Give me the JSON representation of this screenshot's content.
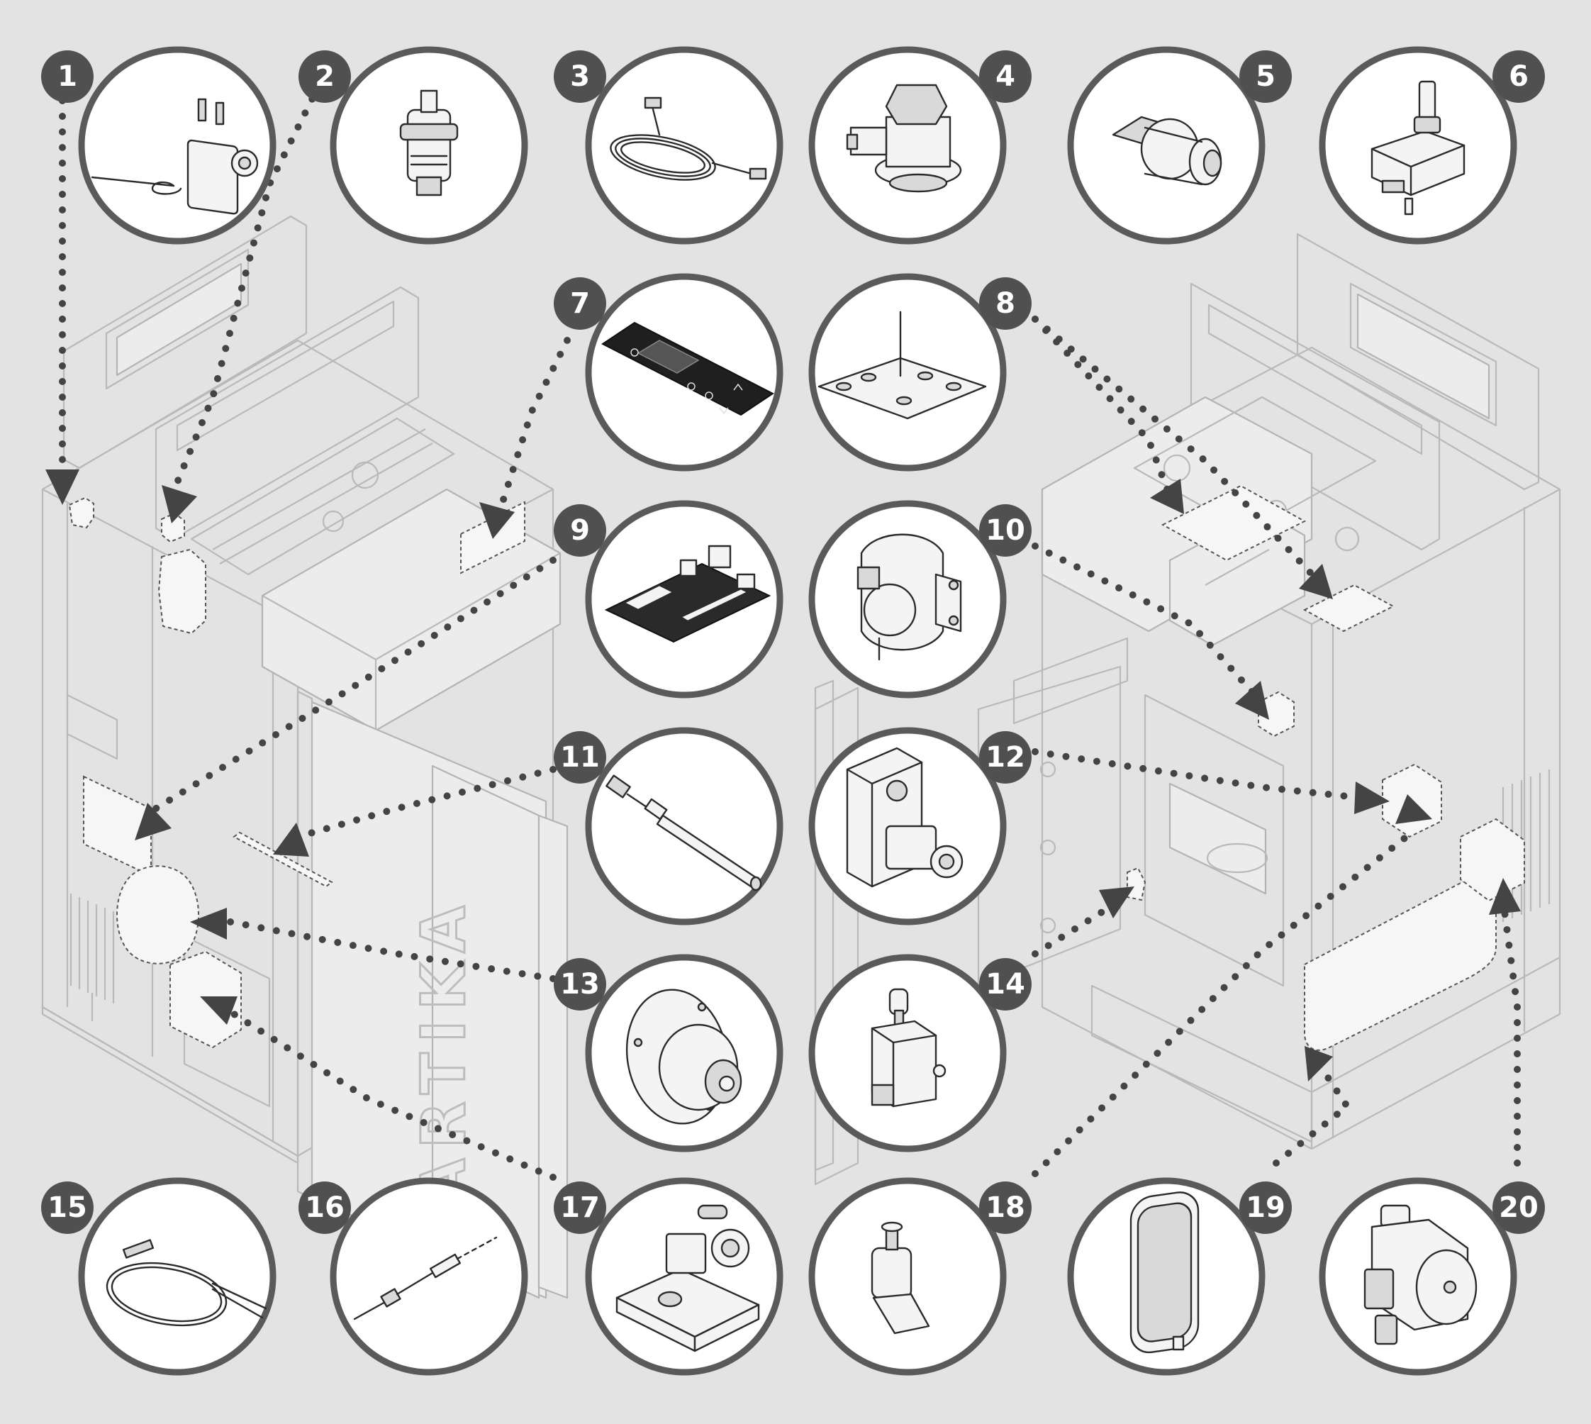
{
  "diagram": {
    "product_branding": "ARTIKA",
    "callouts": [
      {
        "number": "1",
        "icon": "thermostat-icon"
      },
      {
        "number": "2",
        "icon": "air-vent-valve-icon"
      },
      {
        "number": "3",
        "icon": "temperature-probe-cable-icon"
      },
      {
        "number": "4",
        "icon": "control-panel-display-icon"
      },
      {
        "number": "5",
        "icon": "electronic-board-icon"
      },
      {
        "number": "6",
        "icon": "igniter-rod-icon"
      },
      {
        "number": "7",
        "icon": "smoke-fan-icon"
      },
      {
        "number": "8",
        "icon": "auger-motor-icon"
      },
      {
        "number": "9",
        "icon": "sensor-probe-icon"
      },
      {
        "number": "10",
        "icon": "water-probe-icon"
      },
      {
        "number": "11",
        "icon": "microswitch-icon"
      },
      {
        "number": "12",
        "icon": "pressure-switch-icon"
      },
      {
        "number": "13",
        "icon": "safety-valve-icon"
      },
      {
        "number": "14",
        "icon": "mounting-bracket-icon"
      },
      {
        "number": "15",
        "icon": "air-pressure-switch-icon"
      },
      {
        "number": "16",
        "icon": "gear-motor-icon"
      },
      {
        "number": "17",
        "icon": "limit-switch-icon"
      },
      {
        "number": "18",
        "icon": "water-pressure-sensor-icon"
      },
      {
        "number": "19",
        "icon": "expansion-vessel-icon"
      },
      {
        "number": "20",
        "icon": "circulation-pump-icon"
      }
    ]
  }
}
